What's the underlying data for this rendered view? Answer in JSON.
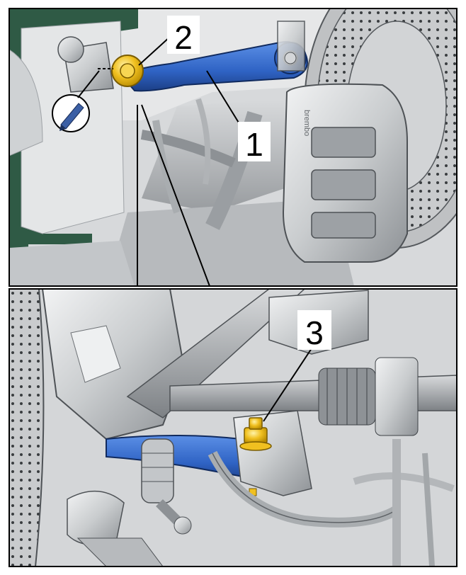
{
  "callouts": {
    "one": "1",
    "two": "2",
    "three": "3"
  },
  "caliper_brand": "brembo",
  "icons": {
    "marker": "marker-pen-icon"
  },
  "colors": {
    "highlight_part": "#2f63c4",
    "fastener": "#f0c020",
    "body_frame": "#2f5a45",
    "line": "#000000"
  }
}
